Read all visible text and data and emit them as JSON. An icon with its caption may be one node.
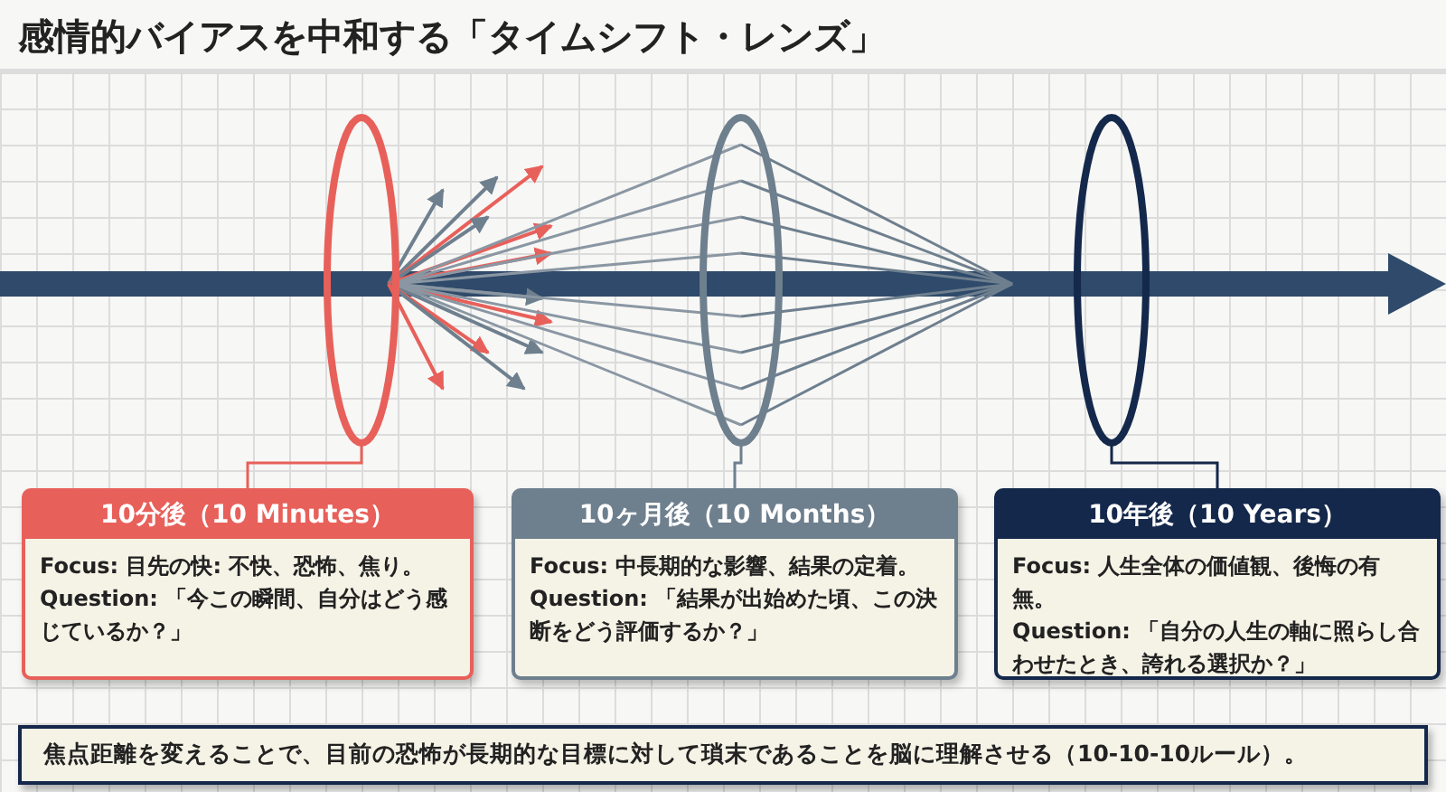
{
  "diagram": {
    "title": "感情的バイアスを中和する「タイムシフト・レンズ」",
    "nodes": [
      {
        "text": [],
        "shape": "ellipse"
      },
      {
        "text": [],
        "shape": "ellipse"
      },
      {
        "text": [],
        "shape": "ellipse"
      },
      {
        "text": [
          "10分後（10 Minutes）",
          "Focus: 目先の快: 不快、恐怖、焦り。",
          "Question: 「今この瞬間、自分はどう感じているか？」"
        ]
      },
      {
        "text": [
          "10ヶ月後（10 Months）",
          "Focus: 中長期的な影響、結果の定着。",
          "Question: 「結果が出始めた頃、この決断をどう評価するか？」"
        ]
      },
      {
        "text": [
          "10年後（10 Years）",
          "Focus: 人生全体の価値観、後悔の有無。",
          "Question: 「自分の人生の軸に照らし合わせたとき、誇れる選択か？」"
        ]
      },
      {
        "text": [
          "焦点距離を変えることで、目前の恐怖が長期的な目標に対して瑣末であることを脳に理解させる（10-10-10ルール）。"
        ]
      }
    ],
    "edges": [
      {
        "from": 0,
        "to": 3,
        "arrow": "none",
        "color": "#e8605a"
      },
      {
        "from": 1,
        "to": 4,
        "arrow": "none",
        "color": "#6e7f8e"
      },
      {
        "from": 2,
        "to": 5,
        "arrow": "none",
        "color": "#14284b"
      }
    ]
  }
}
